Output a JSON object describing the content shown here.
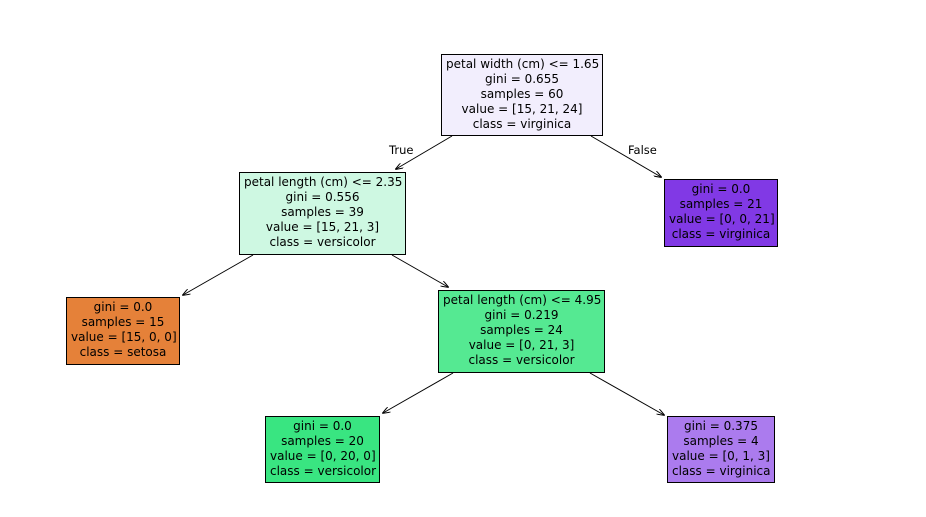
{
  "tree": {
    "nodes": [
      {
        "id": "n0",
        "lines": [
          "petal width (cm) <= 1.65",
          "gini = 0.655",
          "samples = 60",
          "value = [15, 21, 24]",
          "class = virginica"
        ],
        "color": "#f2eefd"
      },
      {
        "id": "n1",
        "lines": [
          "petal length (cm) <= 2.35",
          "gini = 0.556",
          "samples = 39",
          "value = [15, 21, 3]",
          "class = versicolor"
        ],
        "color": "#cef8e2"
      },
      {
        "id": "n2",
        "lines": [
          "gini = 0.0",
          "samples = 21",
          "value = [0, 0, 21]",
          "class = virginica"
        ],
        "color": "#8139e5"
      },
      {
        "id": "n3",
        "lines": [
          "gini = 0.0",
          "samples = 15",
          "value = [15, 0, 0]",
          "class = setosa"
        ],
        "color": "#e58139"
      },
      {
        "id": "n4",
        "lines": [
          "petal length (cm) <= 4.95",
          "gini = 0.219",
          "samples = 24",
          "value = [0, 21, 3]",
          "class = versicolor"
        ],
        "color": "#55e992"
      },
      {
        "id": "n5",
        "lines": [
          "gini = 0.0",
          "samples = 20",
          "value = [0, 20, 0]",
          "class = versicolor"
        ],
        "color": "#39e581"
      },
      {
        "id": "n6",
        "lines": [
          "gini = 0.375",
          "samples = 4",
          "value = [0, 1, 3]",
          "class = virginica"
        ],
        "color": "#ab7bee"
      }
    ],
    "edges": [
      {
        "from": "n0",
        "to": "n1",
        "label": "True"
      },
      {
        "from": "n0",
        "to": "n2",
        "label": "False"
      },
      {
        "from": "n1",
        "to": "n3",
        "label": ""
      },
      {
        "from": "n1",
        "to": "n4",
        "label": ""
      },
      {
        "from": "n4",
        "to": "n5",
        "label": ""
      },
      {
        "from": "n4",
        "to": "n6",
        "label": ""
      }
    ]
  }
}
